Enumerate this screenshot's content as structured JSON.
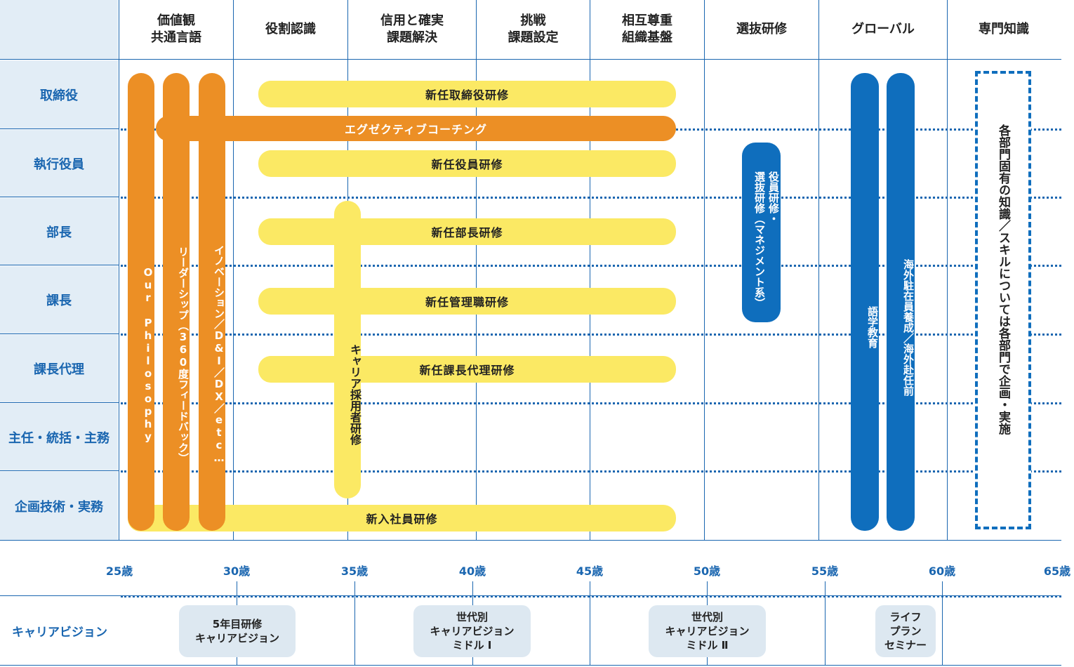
{
  "header": {
    "columns": [
      "価値観\n共通言語",
      "役割認識",
      "信用と確実\n課題解決",
      "挑戦\n課題設定",
      "相互尊重\n組織基盤",
      "選抜研修",
      "グローバル",
      "専門知識"
    ]
  },
  "rows": [
    "取締役",
    "執行役員",
    "部長",
    "課長",
    "課長代理",
    "主任・統括・主務",
    "企画技術・実務"
  ],
  "value_bars": [
    "Our Philosophy",
    "リーダーシップ（360度フィードバック）",
    "イノベーション／D&I／DX／etc…"
  ],
  "training_bars": {
    "director": "新任取締役研修",
    "coaching": "エグゼクティブコーチング",
    "officer": "新任役員研修",
    "manager": "新任部長研修",
    "section_chief": "新任管理職研修",
    "deputy_chief": "新任課長代理研修",
    "new_employee": "新入社員研修",
    "career_hire": "キャリア採用者研修"
  },
  "selection_bar": "役員研修・\n選抜研修（マネジメント系）",
  "global_bars": [
    "語学教育",
    "海外駐在員養成／海外赴任前"
  ],
  "expertise_box": "各部門固有の知識／スキルについては各部門で企画・実施",
  "ages": [
    "25歳",
    "30歳",
    "35歳",
    "40歳",
    "45歳",
    "50歳",
    "55歳",
    "60歳",
    "65歳"
  ],
  "career": {
    "label": "キャリアビジョン",
    "boxes": [
      "5年目研修\nキャリアビジョン",
      "世代別\nキャリアビジョン\nミドル Ⅰ",
      "世代別\nキャリアビジョン\nミドル Ⅱ",
      "ライフ\nプラン\nセミナー"
    ]
  },
  "colors": {
    "blue": "#1a66b0",
    "orange": "#ec8f25",
    "yellow": "#fbe964",
    "light_blue_bg": "#e2edf6",
    "deep_blue_bar": "#0f6ebd"
  }
}
